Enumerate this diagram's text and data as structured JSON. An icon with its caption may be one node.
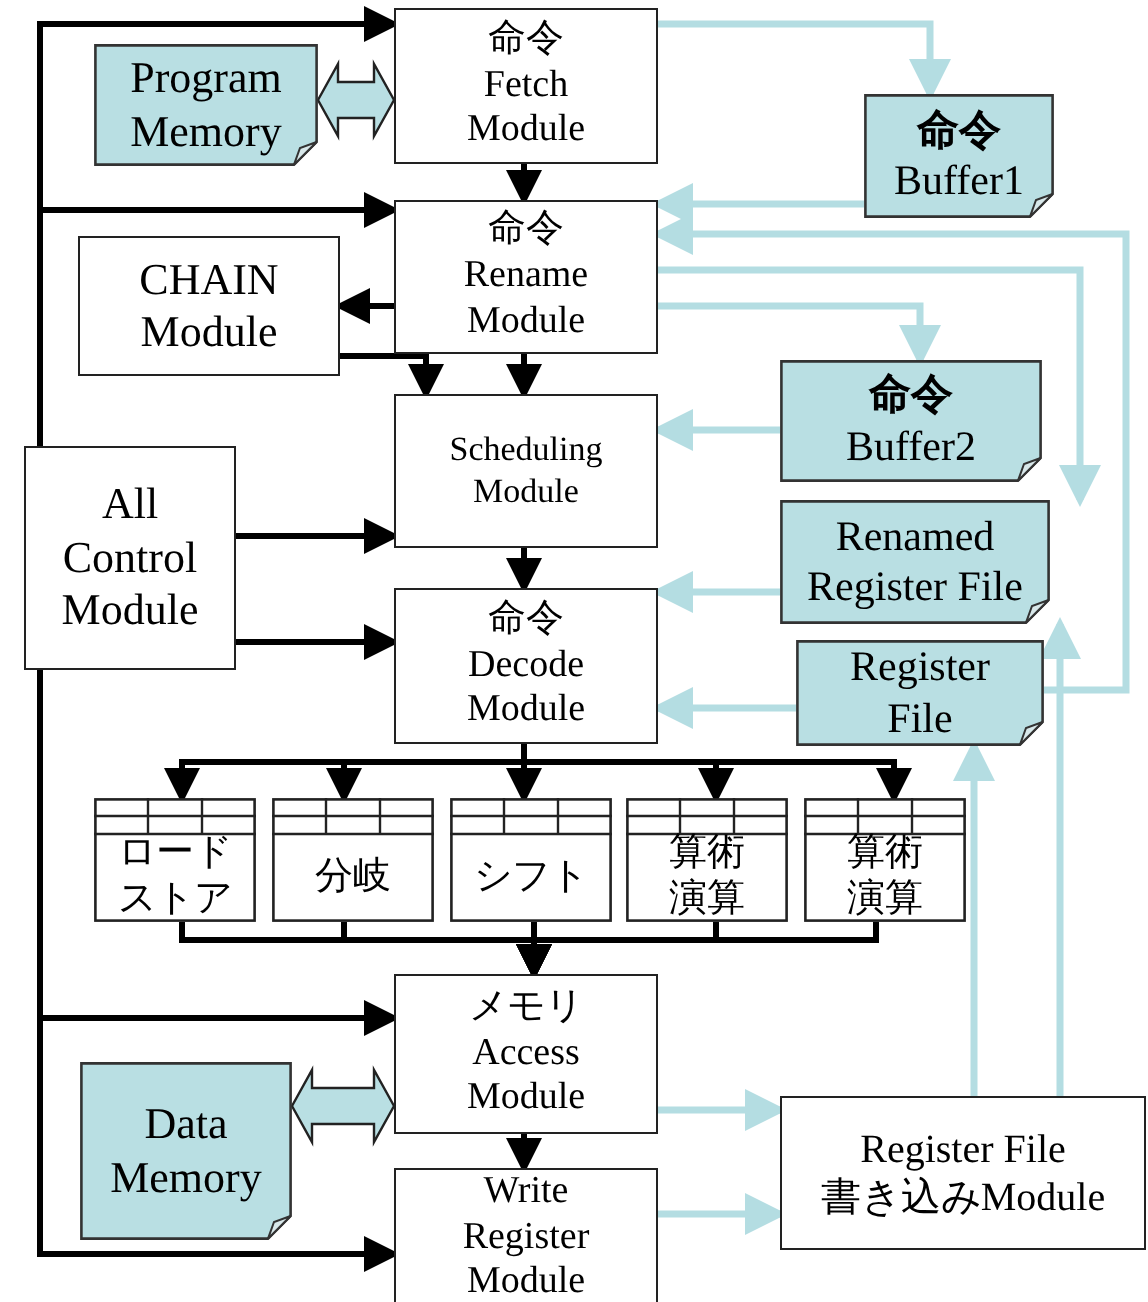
{
  "diagram": {
    "nodes": [
      {
        "text": [
          "命令 Fetch Module"
        ]
      },
      {
        "text": [
          "Program Memory"
        ]
      },
      {
        "text": [
          "**命令** Buffer1"
        ]
      },
      {
        "text": [
          "命令 Rename Module"
        ]
      },
      {
        "text": [
          "CHAIN Module"
        ]
      },
      {
        "text": [
          "Scheduling Module"
        ]
      },
      {
        "text": [
          "**命令** Buffer2"
        ]
      },
      {
        "text": [
          "All Control Module"
        ]
      },
      {
        "text": [
          "Renamed Register File"
        ]
      },
      {
        "text": [
          "命令 Decode Module"
        ]
      },
      {
        "text": [
          "Register File"
        ]
      },
      {
        "text": [
          "ロードストア"
        ]
      },
      {
        "text": [
          "分岐"
        ]
      },
      {
        "text": [
          "シフト"
        ]
      },
      {
        "text": [
          "算術演算"
        ]
      },
      {
        "text": [
          "算術演算"
        ]
      },
      {
        "text": [
          "メモリ Access Module"
        ]
      },
      {
        "text": [
          "Data Memory"
        ]
      },
      {
        "text": [
          "Write Register Module"
        ]
      },
      {
        "text": [
          "Register File 書き込みModule"
        ]
      }
    ],
    "edges": [
      {
        "from": 7,
        "to": 0,
        "arrow": "to"
      },
      {
        "from": 7,
        "to": 3,
        "arrow": "to"
      },
      {
        "from": 7,
        "to": 5,
        "arrow": "to"
      },
      {
        "from": 7,
        "to": 9,
        "arrow": "to"
      },
      {
        "from": 7,
        "to": 16,
        "arrow": "to"
      },
      {
        "from": 7,
        "to": 18,
        "arrow": "to"
      },
      {
        "from": 1,
        "to": 0,
        "arrow": "both",
        "style": "thick",
        "color": "#b9dfe3"
      },
      {
        "from": 0,
        "to": 3,
        "arrow": "to"
      },
      {
        "from": 3,
        "to": 4,
        "arrow": "to"
      },
      {
        "from": 3,
        "to": 5,
        "arrow": "to"
      },
      {
        "from": 4,
        "to": 5,
        "arrow": "to"
      },
      {
        "from": 5,
        "to": 9,
        "arrow": "to"
      },
      {
        "from": 9,
        "to": 11,
        "arrow": "to"
      },
      {
        "from": 9,
        "to": 12,
        "arrow": "to"
      },
      {
        "from": 9,
        "to": 13,
        "arrow": "to"
      },
      {
        "from": 9,
        "to": 14,
        "arrow": "to"
      },
      {
        "from": 9,
        "to": 15,
        "arrow": "to"
      },
      {
        "from": 11,
        "to": 16,
        "arrow": "to"
      },
      {
        "from": 12,
        "to": 16,
        "arrow": "to"
      },
      {
        "from": 13,
        "to": 16,
        "arrow": "to"
      },
      {
        "from": 14,
        "to": 16,
        "arrow": "to"
      },
      {
        "from": 15,
        "to": 16,
        "arrow": "to"
      },
      {
        "from": 16,
        "to": 18,
        "arrow": "to"
      },
      {
        "from": 17,
        "to": 16,
        "arrow": "both",
        "style": "thick",
        "color": "#b9dfe3"
      },
      {
        "from": 0,
        "to": 2,
        "arrow": "to",
        "color": "#b4dde2"
      },
      {
        "from": 2,
        "to": 3,
        "arrow": "to",
        "color": "#b4dde2"
      },
      {
        "from": 10,
        "to": 3,
        "arrow": "to",
        "color": "#b4dde2"
      },
      {
        "from": 3,
        "to": 8,
        "arrow": "to",
        "color": "#b4dde2"
      },
      {
        "from": 3,
        "to": 6,
        "arrow": "to",
        "color": "#b4dde2"
      },
      {
        "from": 6,
        "to": 5,
        "arrow": "to",
        "color": "#b4dde2"
      },
      {
        "from": 8,
        "to": 9,
        "arrow": "to",
        "color": "#b4dde2"
      },
      {
        "from": 10,
        "to": 9,
        "arrow": "to",
        "color": "#b4dde2"
      },
      {
        "from": 16,
        "to": 19,
        "arrow": "to",
        "color": "#b4dde2"
      },
      {
        "from": 18,
        "to": 19,
        "arrow": "to",
        "color": "#b4dde2"
      },
      {
        "from": 19,
        "to": 10,
        "arrow": "to",
        "color": "#b4dde2"
      },
      {
        "from": 19,
        "to": 8,
        "arrow": "to",
        "color": "#b4dde2"
      }
    ]
  }
}
